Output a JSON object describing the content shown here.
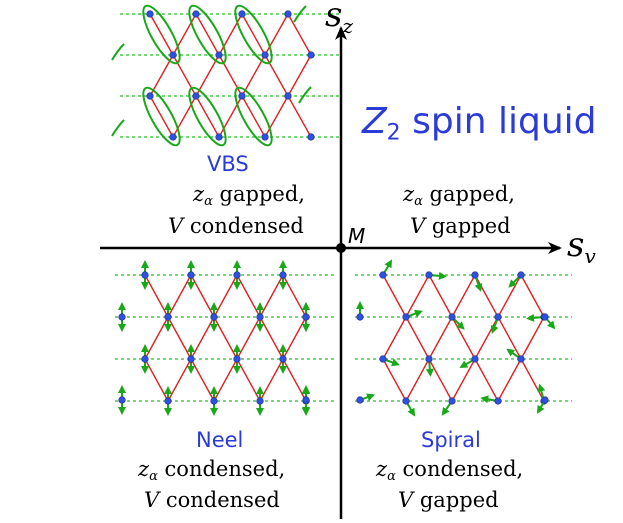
{
  "axes": {
    "x_label": {
      "base": "s",
      "sub": "v"
    },
    "y_label": {
      "base": "s",
      "sub": "z"
    },
    "origin_label": "M"
  },
  "phases": {
    "top_right": {
      "title_main": "Z",
      "title_sub": "2",
      "title_rest": "spin liquid",
      "line1_var": "z",
      "line1_sub": "α",
      "line1_text": "gapped,",
      "line2_var": "V",
      "line2_text": "gapped"
    },
    "top_left": {
      "title": "VBS",
      "line1_var": "z",
      "line1_sub": "α",
      "line1_text": "gapped,",
      "line2_var": "V",
      "line2_text": "condensed"
    },
    "bottom_left": {
      "title": "Neel",
      "line1_var": "z",
      "line1_sub": "α",
      "line1_text": "condensed,",
      "line2_var": "V",
      "line2_text": "condensed"
    },
    "bottom_right": {
      "title": "Spiral",
      "line1_var": "z",
      "line1_sub": "α",
      "line1_text": "condensed,",
      "line2_var": "V",
      "line2_text": "gapped"
    }
  },
  "colors": {
    "lattice_bond": "#e02020",
    "dashed_bond": "#22c022",
    "site": "#3050e0",
    "spin_arrow": "#18a818",
    "dimer_ellipse": "#18a818",
    "title_blue": "#2a3bd9",
    "axis": "#000000"
  }
}
